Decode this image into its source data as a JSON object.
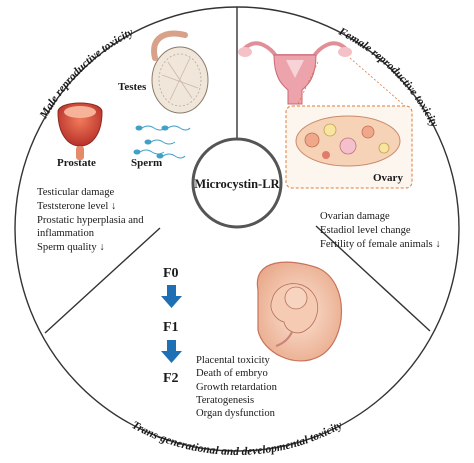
{
  "center_label": "Microcystin-LR",
  "sections": {
    "male": {
      "title": "Male reproductive toxicity",
      "organ_labels": {
        "testes": "Testes",
        "prostate": "Prostate",
        "sperm": "Sperm"
      },
      "effects": [
        "Testicular damage",
        "Teststerone level ↓",
        "Prostatic hyperplasia and",
        "inflammation",
        "Sperm quality ↓"
      ]
    },
    "female": {
      "title": "Female reproductive toxicity",
      "organ_labels": {
        "ovary": "Ovary"
      },
      "effects": [
        "Ovarian damage",
        "Estadiol level change",
        "Fertility of female animals ↓"
      ]
    },
    "developmental": {
      "title": "Trans-generational and developmental toxicity",
      "generations": [
        "F0",
        "F1",
        "F2"
      ],
      "effects": [
        "Placental toxicity",
        "Death of embryo",
        "Growth retardation",
        "Teratogenesis",
        "Organ dysfunction"
      ]
    }
  },
  "colors": {
    "outline": "#333333",
    "arrow": "#1f6fb5",
    "uterus": "#e9a0a8",
    "ovary_box": "#e07b39",
    "womb": "#f0c2a8"
  },
  "icons": [
    "testis-icon",
    "prostate-icon",
    "sperm-icon",
    "uterus-icon",
    "ovary-icon",
    "fetus-icon"
  ]
}
